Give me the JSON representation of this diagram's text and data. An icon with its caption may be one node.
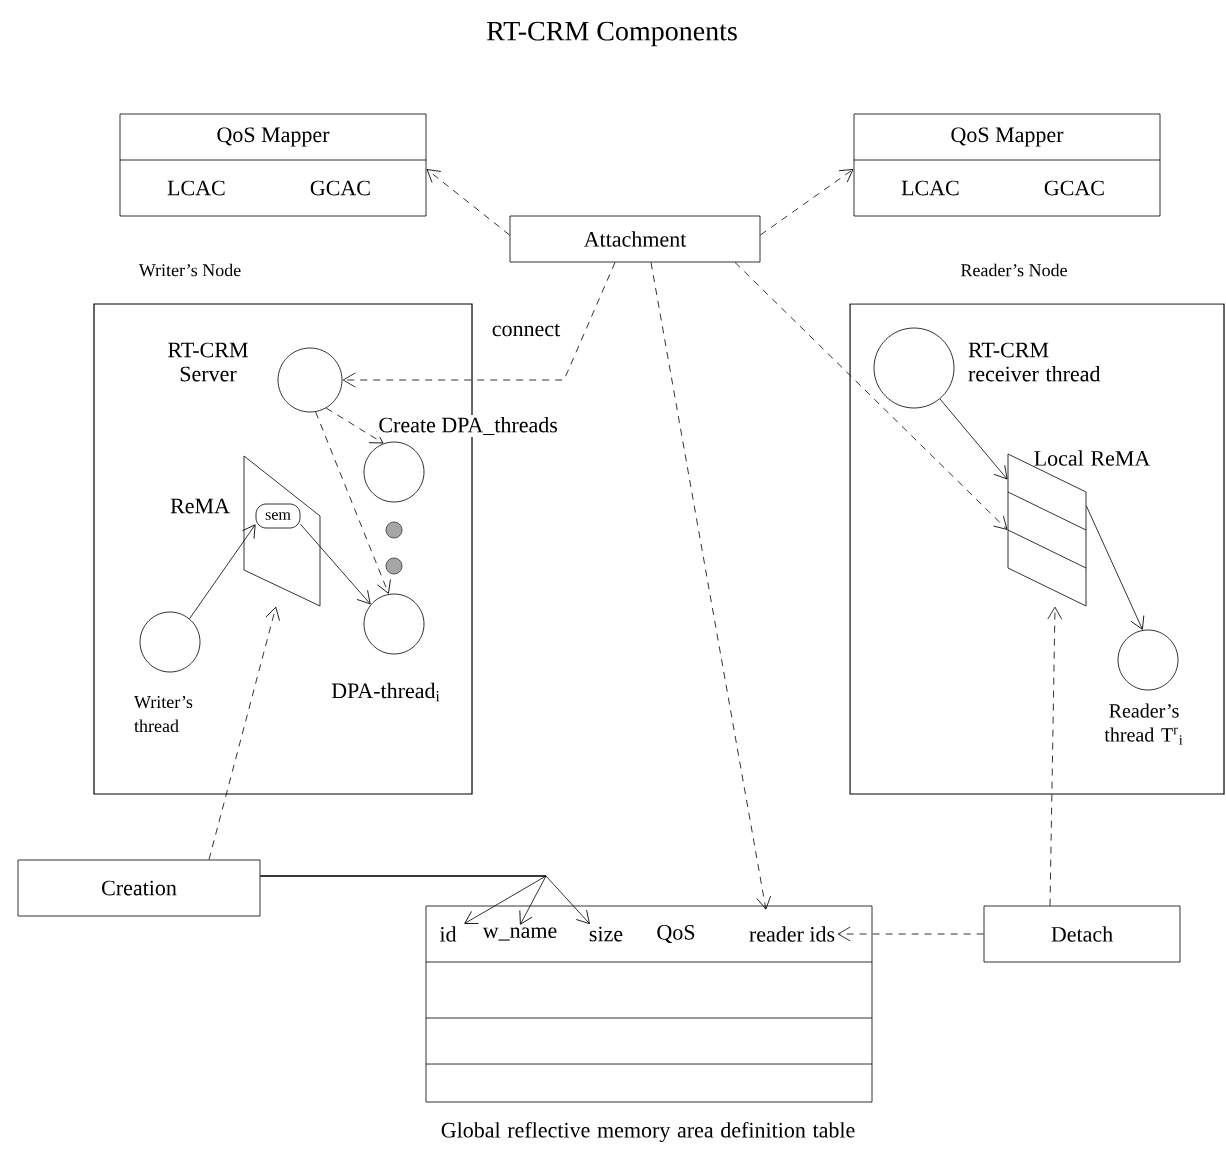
{
  "diagram": {
    "title": "RT-CRM Components",
    "nodes": [
      {
        "text": [
          "QoS Mapper",
          "LCAC",
          "GCAC"
        ]
      },
      {
        "text": [
          "QoS Mapper",
          "LCAC",
          "GCAC"
        ]
      },
      {
        "text": [
          "Attachment"
        ]
      },
      {
        "text": [
          "Writer’s Node"
        ]
      },
      {
        "text": [],
        "shape": "circle",
        "in": 3,
        "beside": [
          "RT-CRM Server"
        ]
      },
      {
        "text": [],
        "shape": "circle",
        "in": 3
      },
      {
        "text": [],
        "shape": "parallelogram",
        "in": 3,
        "beside": [
          "ReMA"
        ]
      },
      {
        "text": [
          "sem"
        ],
        "in": 6
      },
      {
        "text": [],
        "shape": "circle",
        "in": 3,
        "beside": [
          "Writer’s thread"
        ]
      },
      {
        "text": [],
        "shape": "circle",
        "in": 3,
        "beside": [
          "DPA-thread$_{i}$"
        ]
      },
      {
        "text": [
          "Reader’s Node"
        ]
      },
      {
        "text": [],
        "shape": "circle",
        "in": 10,
        "beside": [
          "RT-CRM receiver thread"
        ]
      },
      {
        "text": [],
        "shape": "parallelogram",
        "in": 10,
        "beside": [
          "Local ReMA"
        ]
      },
      {
        "text": [],
        "shape": "circle",
        "in": 10,
        "beside": [
          "Reader’s thread T$^{r}$$_{i}$"
        ]
      },
      {
        "text": [
          "Creation"
        ]
      },
      {
        "text": [],
        "shape": "table",
        "beside": [
          "Global reflective memory area definition table"
        ]
      },
      {
        "text": [
          "id"
        ],
        "in": 15
      },
      {
        "text": [
          "w_name"
        ],
        "in": 15
      },
      {
        "text": [
          "size"
        ],
        "in": 15
      },
      {
        "text": [
          "QoS"
        ],
        "in": 15
      },
      {
        "text": [
          "reader ids"
        ],
        "in": 15
      },
      {
        "text": [
          "Detach"
        ]
      }
    ],
    "edges": [
      {
        "from": 2,
        "to": 0,
        "arrow": "to",
        "style": "dashed"
      },
      {
        "from": 2,
        "to": 1,
        "arrow": "to",
        "style": "dashed"
      },
      {
        "from": 2,
        "to": 4,
        "arrow": "to",
        "style": "dashed",
        "label": "connect"
      },
      {
        "from": 2,
        "to": 12,
        "arrow": "to",
        "style": "dashed"
      },
      {
        "from": 2,
        "to": 20,
        "arrow": "to",
        "style": "dashed"
      },
      {
        "from": 4,
        "to": 5,
        "arrow": "to",
        "style": "dashed",
        "label": "Create DPA_threads"
      },
      {
        "from": 4,
        "to": 9,
        "arrow": "to",
        "style": "dashed"
      },
      {
        "from": 8,
        "to": 7,
        "arrow": "to"
      },
      {
        "from": 7,
        "to": 9,
        "arrow": "to"
      },
      {
        "from": 14,
        "to": 6,
        "arrow": "to",
        "style": "dashed"
      },
      {
        "from": 14,
        "to": 16,
        "arrow": "to"
      },
      {
        "from": 14,
        "to": 17,
        "arrow": "to"
      },
      {
        "from": 14,
        "to": 18,
        "arrow": "to"
      },
      {
        "from": 11,
        "to": 12,
        "arrow": "to"
      },
      {
        "from": 12,
        "to": 13,
        "arrow": "to"
      },
      {
        "from": 21,
        "to": 12,
        "arrow": "to",
        "style": "dashed"
      },
      {
        "from": 21,
        "to": 20,
        "arrow": "to",
        "style": "dashed"
      }
    ]
  }
}
